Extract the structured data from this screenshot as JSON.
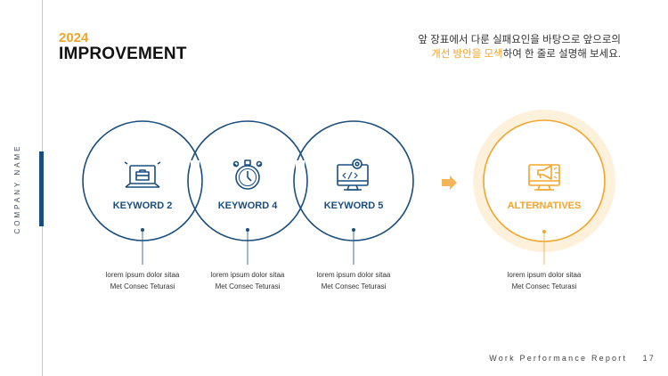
{
  "sidebar": {
    "company": "COMPANY NAME"
  },
  "header": {
    "year": "2024",
    "title": "IMPROVEMENT",
    "desc_line1": "앞 장표에서 다룬 실패요인을 바탕으로 앞으로의",
    "desc_highlight": "개선 방안을 모색",
    "desc_line2_rest": "하여 한 줄로 설명해 보세요."
  },
  "items": [
    {
      "label": "KEYWORD 2",
      "icon": "briefcase-laptop-icon",
      "caption1": "lorem ipsum dolor sitaa",
      "caption2": "Met Consec Teturasi"
    },
    {
      "label": "KEYWORD 4",
      "icon": "stopwatch-icon",
      "caption1": "lorem ipsum dolor sitaa",
      "caption2": "Met Consec Teturasi"
    },
    {
      "label": "KEYWORD 5",
      "icon": "code-monitor-icon",
      "caption1": "lorem ipsum dolor sitaa",
      "caption2": "Met Consec Teturasi"
    }
  ],
  "alternative": {
    "label": "ALTERNATIVES",
    "icon": "megaphone-monitor-icon",
    "caption1": "lorem ipsum dolor sitaa",
    "caption2": "Met Consec Teturasi"
  },
  "footer": {
    "report": "Work Performance Report",
    "page": "17"
  },
  "colors": {
    "navy": "#1a4e7e",
    "orange": "#f2a52b",
    "orange_glow": "#fdf1dc"
  }
}
